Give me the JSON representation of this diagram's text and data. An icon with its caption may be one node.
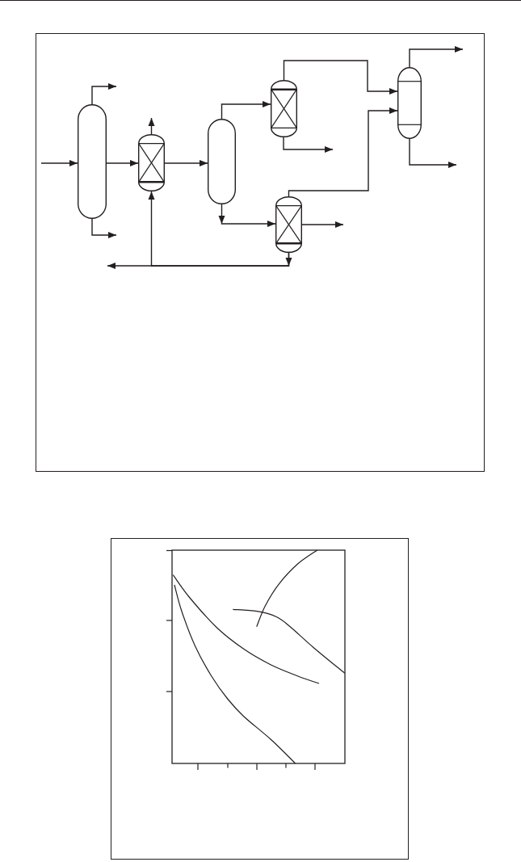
{
  "diagram": {
    "nodes": [
      {
        "text": [],
        "shape": "cylinder"
      },
      {
        "text": [],
        "shape": "reactor"
      },
      {
        "text": [],
        "shape": "cylinder"
      },
      {
        "text": [],
        "shape": "reactor"
      },
      {
        "text": [],
        "shape": "reactor"
      },
      {
        "text": [],
        "shape": "cylinder"
      }
    ],
    "edges": [
      {
        "from": null,
        "to": 0,
        "arrow": "to"
      },
      {
        "from": 0,
        "to": null,
        "arrow": "to"
      },
      {
        "from": 0,
        "to": null,
        "arrow": "to"
      },
      {
        "from": 0,
        "to": 1,
        "arrow": "to"
      },
      {
        "from": 1,
        "to": null,
        "arrow": "to"
      },
      {
        "from": 1,
        "to": 2,
        "arrow": "to"
      },
      {
        "from": 2,
        "to": 3,
        "arrow": "to"
      },
      {
        "from": 2,
        "to": 4,
        "arrow": "to"
      },
      {
        "from": 3,
        "to": null,
        "arrow": "to"
      },
      {
        "from": 3,
        "to": 5,
        "arrow": "to"
      },
      {
        "from": 4,
        "to": null,
        "arrow": "to"
      },
      {
        "from": 4,
        "to": 5,
        "arrow": "to"
      },
      {
        "from": 4,
        "to": 1,
        "arrow": "to"
      },
      {
        "from": 4,
        "to": null,
        "arrow": "to"
      },
      {
        "from": 5,
        "to": null,
        "arrow": "to"
      },
      {
        "from": 5,
        "to": null,
        "arrow": "to"
      }
    ]
  }
}
